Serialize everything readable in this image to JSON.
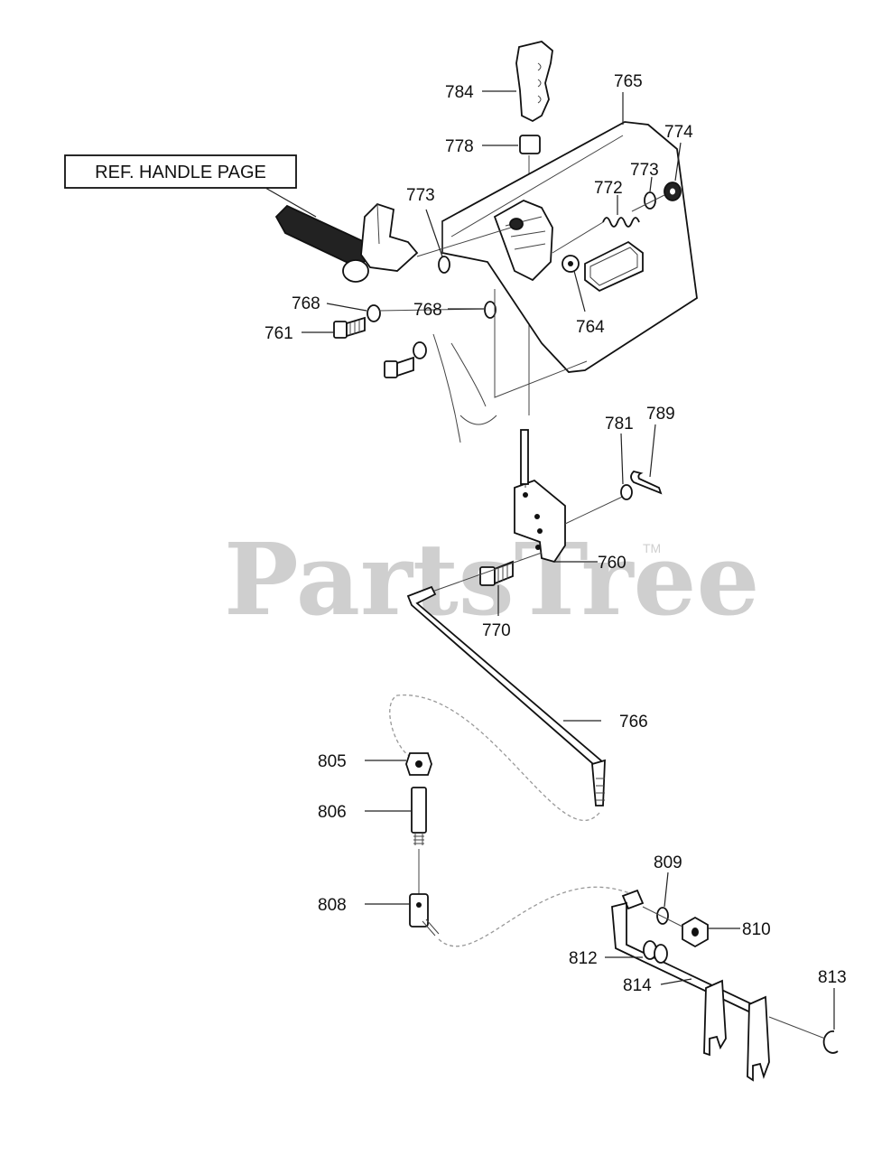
{
  "reference_box": {
    "text": "REF. HANDLE PAGE"
  },
  "watermark": {
    "text": "PartsTree",
    "trademark": "TM"
  },
  "part_labels": {
    "p784": "784",
    "p765": "765",
    "p778": "778",
    "p774": "774",
    "p773a": "773",
    "p773b": "773",
    "p772": "772",
    "p768a": "768",
    "p768b": "768",
    "p761": "761",
    "p764": "764",
    "p781": "781",
    "p789": "789",
    "p760": "760",
    "p770": "770",
    "p766": "766",
    "p805": "805",
    "p806": "806",
    "p808": "808",
    "p809": "809",
    "p810": "810",
    "p812": "812",
    "p814": "814",
    "p813": "813"
  }
}
